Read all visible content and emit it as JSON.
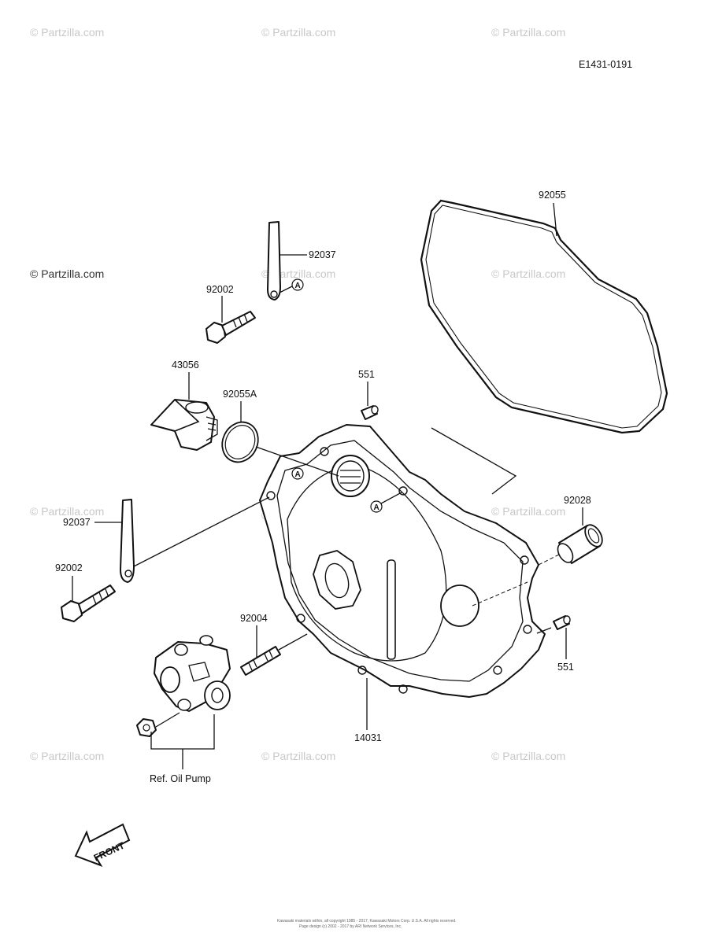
{
  "diagram_code": "E1431-0191",
  "watermark": "© Partzilla.com",
  "parts": {
    "p92055": "92055",
    "p92037_top": "92037",
    "p92002_top": "92002",
    "p43056": "43056",
    "p92055A": "92055A",
    "p551_top": "551",
    "p92028": "92028",
    "p92037_left": "92037",
    "p92002_left": "92002",
    "p92004": "92004",
    "p551_right": "551",
    "p14031": "14031"
  },
  "ref_oil_pump": "Ref. Oil Pump",
  "callout_letter": "A",
  "front_arrow_label": "FRONT",
  "footer": {
    "line1": "Kawasaki materials within, all copyright 1985 - 2017, Kawasaki Motors Corp. U.S.A. All rights reserved.",
    "line2": "Page design (c) 2002 - 2017 by ARI Network Services, Inc."
  }
}
